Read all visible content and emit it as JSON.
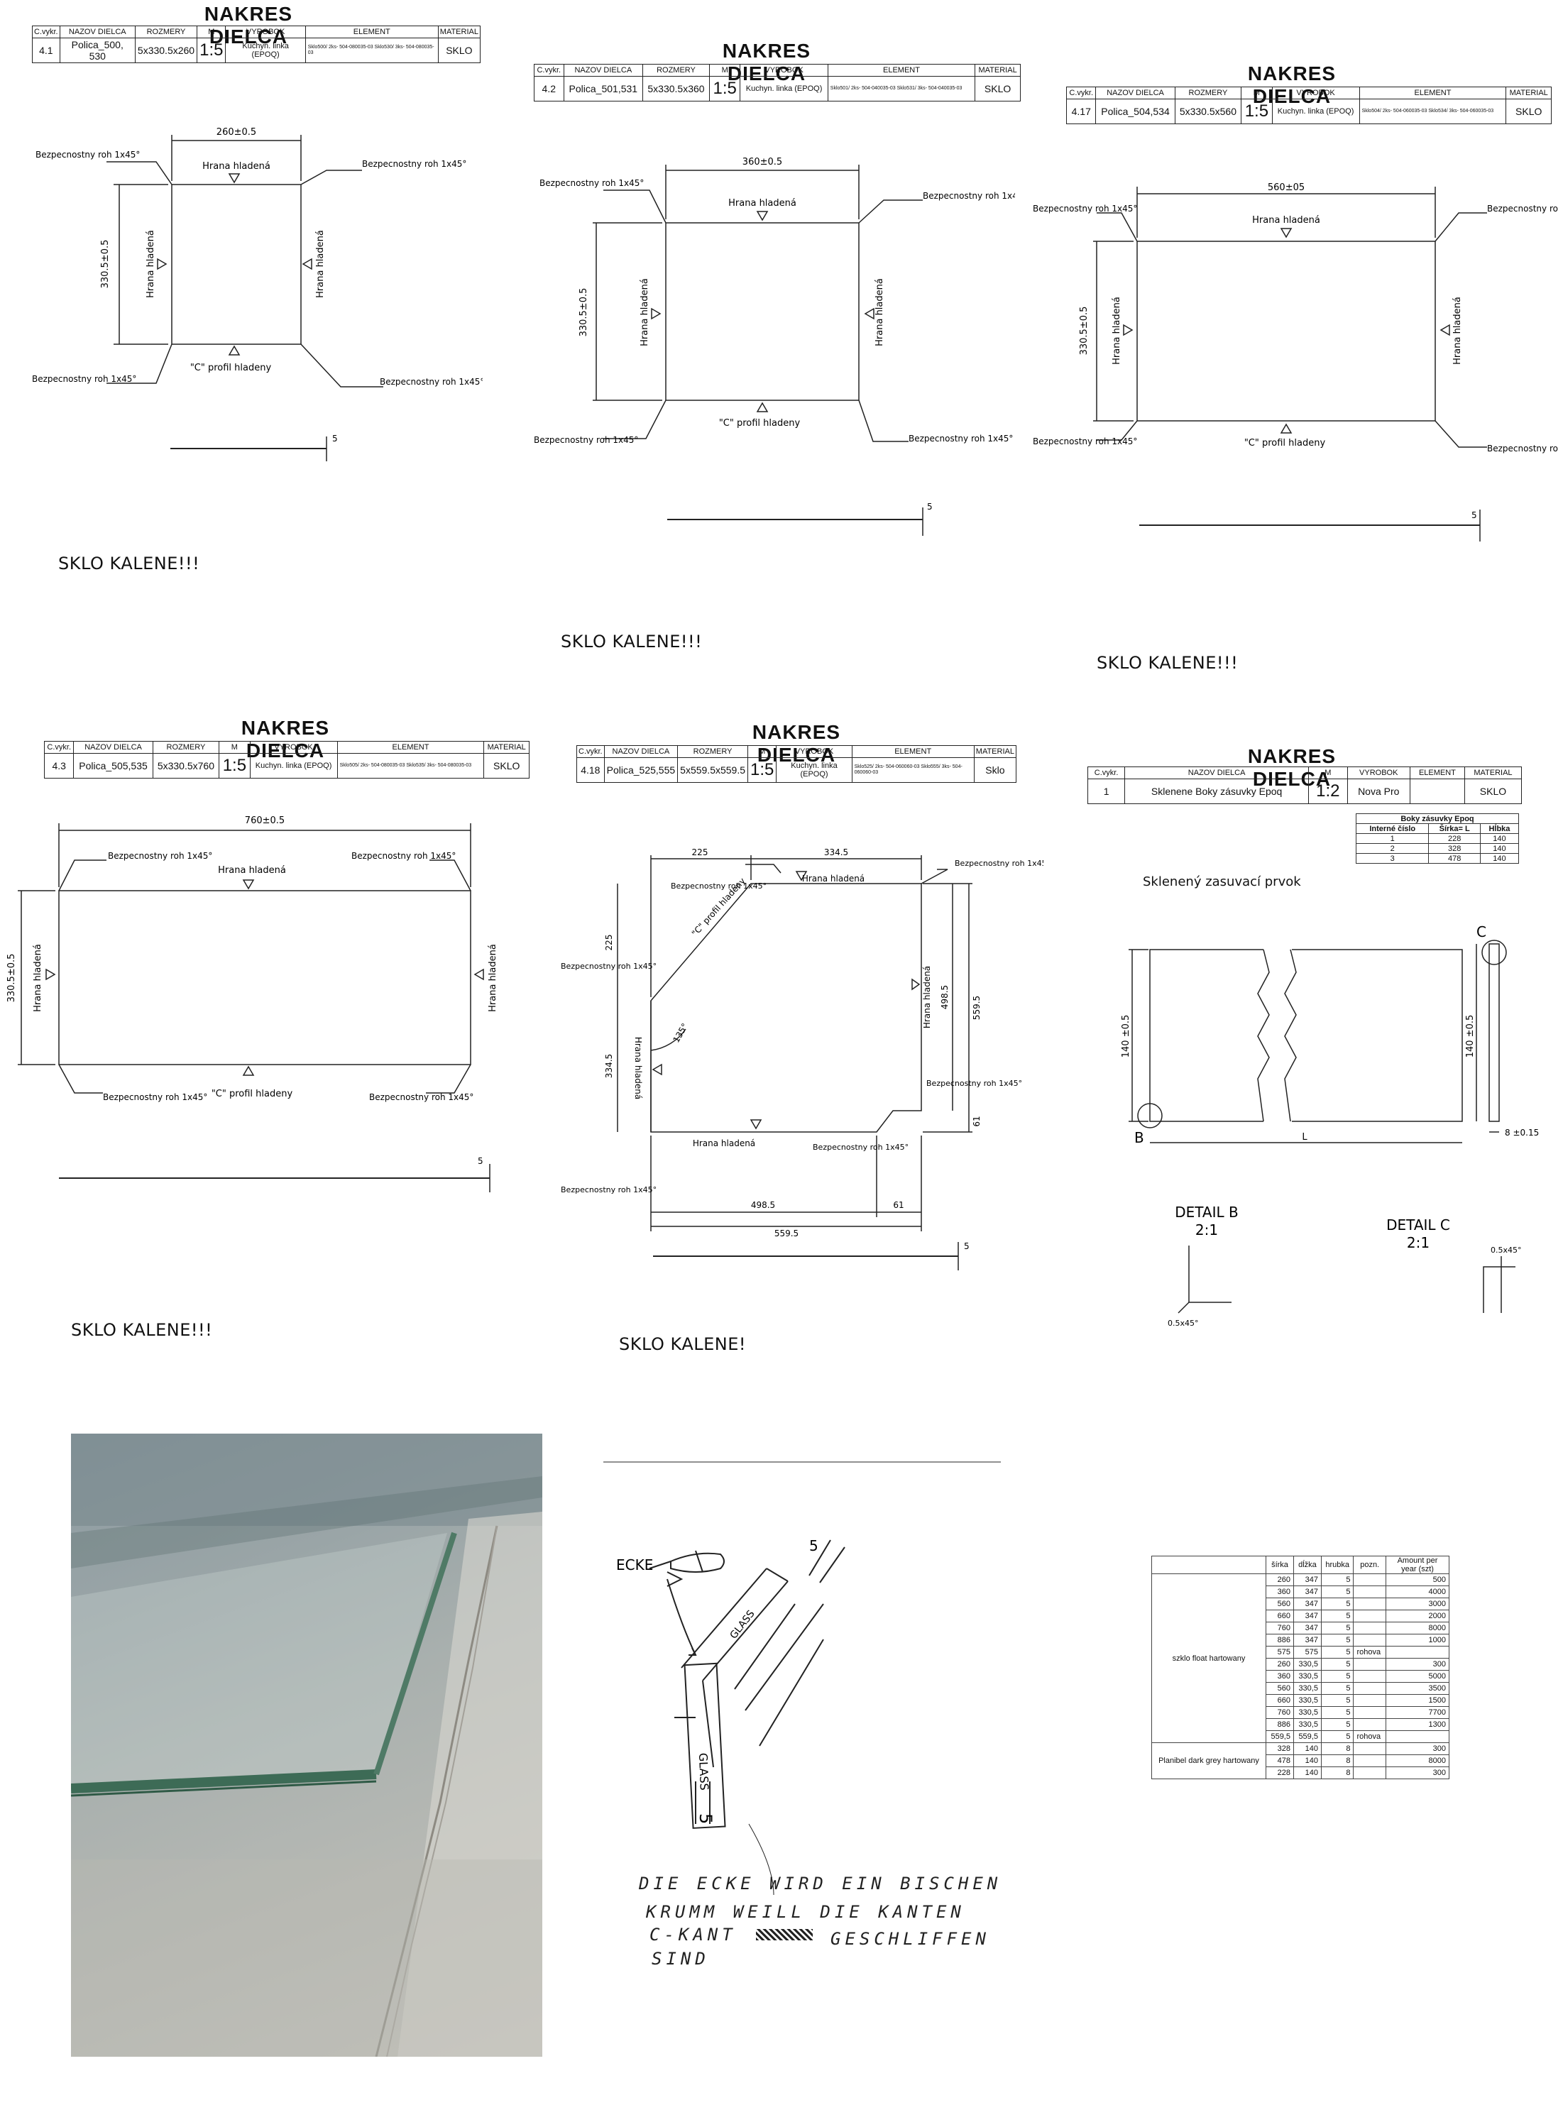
{
  "header_labels": {
    "cvykr": "C.vykr.",
    "nazov": "NAZOV DIELCA",
    "rozmery": "ROZMERY",
    "m": "M",
    "vyrobok": "VYROBOK",
    "element": "ELEMENT",
    "material": "MATERIAL"
  },
  "drawings": [
    {
      "title": "NAKRES DIELCA",
      "cvykr": "4.1",
      "nazov": "Polica_500, 530",
      "rozmery": "5x330.5x260",
      "m": "1:5",
      "vyrobok": "Kuchyn. linka (EPOQ)",
      "element": "Sklo500/ 2ks- 504-080035-03 Sklo530/ 3ks- 504-080035-03",
      "material": "SKLO",
      "width_dim": "260±0.5",
      "height_dim": "330.5±0.5",
      "corner": "Bezpecnostny roh 1x45°",
      "edge": "Hrana hladená",
      "cprofile": "\"C\" profil hladeny",
      "thick": "5",
      "note": "SKLO KALENE!!!"
    },
    {
      "title": "NAKRES DIELCA",
      "cvykr": "4.2",
      "nazov": "Polica_501,531",
      "rozmery": "5x330.5x360",
      "m": "1:5",
      "vyrobok": "Kuchyn. linka (EPOQ)",
      "element": "Sklo501/ 2ks- 504-040035-03 Sklo531/ 3ks- 504-040035-03",
      "material": "SKLO",
      "width_dim": "360±0.5",
      "height_dim": "330.5±0.5",
      "corner": "Bezpecnostny roh 1x45°",
      "edge": "Hrana hladená",
      "cprofile": "\"C\" profil hladeny",
      "thick": "5",
      "note": "SKLO KALENE!!!"
    },
    {
      "title": "NAKRES DIELCA",
      "cvykr": "4.17",
      "nazov": "Polica_504,534",
      "rozmery": "5x330.5x560",
      "m": "1:5",
      "vyrobok": "Kuchyn. linka (EPOQ)",
      "element": "Sklo504/ 2ks- 504-060035-03 Sklo534/ 3ks- 504-060035-03",
      "material": "SKLO",
      "width_dim": "560±05",
      "height_dim": "330.5±0.5",
      "corner": "Bezpecnostny roh 1x45°",
      "edge": "Hrana hladená",
      "cprofile": "\"C\" profil hladeny",
      "thick": "5",
      "note": "SKLO KALENE!!!"
    },
    {
      "title": "NAKRES DIELCA",
      "cvykr": "4.3",
      "nazov": "Polica_505,535",
      "rozmery": "5x330.5x760",
      "m": "1:5",
      "vyrobok": "Kuchyn. linka (EPOQ)",
      "element": "Sklo505/ 2ks- 504-080035-03 Sklo535/ 3ks- 504-080035-03",
      "material": "SKLO",
      "width_dim": "760±0.5",
      "height_dim": "330.5±0.5",
      "corner": "Bezpecnostny roh 1x45°",
      "edge": "Hrana hladená",
      "cprofile": "\"C\" profil hladeny",
      "thick": "5",
      "note": "SKLO KALENE!!!"
    },
    {
      "title": "NAKRES DIELCA",
      "cvykr": "4.18",
      "nazov": "Polica_525,555",
      "rozmery": "5x559.5x559.5",
      "m": "1:5",
      "vyrobok": "Kuchyn. linka (EPOQ)",
      "element": "Sklo525/ 2ks- 504-060060-03 Sklo555/ 3ks- 504-060060-03",
      "material": "Sklo",
      "note": "SKLO KALENE!",
      "dims": {
        "d225": "225",
        "d3345": "334.5",
        "d5595": "559.5",
        "d4985": "498.5",
        "d61": "61",
        "ang": "135°"
      },
      "corner": "Bezpecnostny roh 1x45°",
      "edge": "Hrana hladená",
      "cprofile": "\"C\" profil hladeny",
      "thick": "5"
    },
    {
      "title": "NAKRES DIELCA",
      "cvykr": "1",
      "nazov": "Sklenene Boky zásuvky Epoq",
      "m": "1:2",
      "vyrobok": "Nova Pro",
      "element": "",
      "material": "SKLO",
      "subtitle": "Sklenený zasuvací prvok",
      "h_dim": "140 ±0.5",
      "l": "L",
      "b": "B",
      "c": "C",
      "t_dim": "8 ±0.15",
      "detail_b": "DETAIL B",
      "detail_b_scale": "2:1",
      "detail_c": "DETAIL C",
      "detail_c_scale": "2:1",
      "chamfer": "0.5x45°"
    }
  ],
  "boky_table": {
    "title": "Boky zásuvky Epoq",
    "headers": [
      "Interné číslo",
      "Šírka= L",
      "Hĺbka"
    ],
    "rows": [
      [
        "1",
        "228",
        "140"
      ],
      [
        "2",
        "328",
        "140"
      ],
      [
        "3",
        "478",
        "140"
      ]
    ]
  },
  "sketch": {
    "ecke": "ECKE",
    "glass": "GLASS",
    "five": "5",
    "line1": "DIE ECKE WIRD EIN BISCHEN",
    "line2": "KRUMM WEILL DIE KANTEN",
    "line3": "C-KANT",
    "line3b": "GESCHLIFFEN",
    "line4": "SIND"
  },
  "amount_table": {
    "headers": [
      "",
      "šírka",
      "dĺžka",
      "hrubka",
      "pozn.",
      "Amount per year (szt)"
    ],
    "group1": "szklo float hartowany",
    "group2": "Planibel dark grey hartowany",
    "rows": [
      [
        "260",
        "347",
        "5",
        "",
        "500"
      ],
      [
        "360",
        "347",
        "5",
        "",
        "4000"
      ],
      [
        "560",
        "347",
        "5",
        "",
        "3000"
      ],
      [
        "660",
        "347",
        "5",
        "",
        "2000"
      ],
      [
        "760",
        "347",
        "5",
        "",
        "8000"
      ],
      [
        "886",
        "347",
        "5",
        "",
        "1000"
      ],
      [
        "575",
        "575",
        "5",
        "rohova",
        ""
      ],
      [
        "260",
        "330,5",
        "5",
        "",
        "300"
      ],
      [
        "360",
        "330,5",
        "5",
        "",
        "5000"
      ],
      [
        "560",
        "330,5",
        "5",
        "",
        "3500"
      ],
      [
        "660",
        "330,5",
        "5",
        "",
        "1500"
      ],
      [
        "760",
        "330,5",
        "5",
        "",
        "7700"
      ],
      [
        "886",
        "330,5",
        "5",
        "",
        "1300"
      ],
      [
        "559,5",
        "559,5",
        "5",
        "rohova",
        ""
      ],
      [
        "328",
        "140",
        "8",
        "",
        "300"
      ],
      [
        "478",
        "140",
        "8",
        "",
        "8000"
      ],
      [
        "228",
        "140",
        "8",
        "",
        "300"
      ]
    ]
  }
}
